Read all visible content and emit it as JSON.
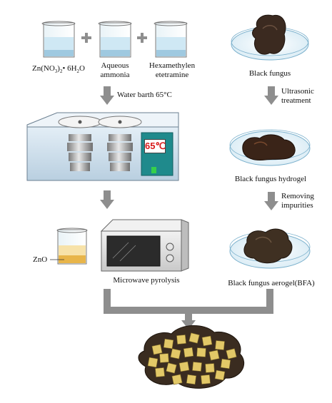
{
  "reagents": {
    "zinc_nitrate_main": "Zn(NO",
    "zinc_nitrate_sub3": "3",
    "zinc_nitrate_close": ")",
    "zinc_nitrate_sub2": "2",
    "zinc_nitrate_hydrate": "• 6H",
    "zinc_nitrate_subh": "2",
    "zinc_nitrate_o": "O",
    "ammonia_line1": "Aqueous",
    "ammonia_line2": "ammonia",
    "hmta_line1": "Hexamethylen",
    "hmta_line2": "etetramine",
    "plus": "+"
  },
  "steps": {
    "water_bath": "Water barth 65°C",
    "bath_display": "65℃",
    "microwave": "Microwave pyrolysis",
    "zno": "ZnO"
  },
  "fungus": {
    "raw": "Black fungus",
    "ultrasonic_line1": "Ultrasonic",
    "ultrasonic_line2": "treatment",
    "hydrogel": "Black fungus hydrogel",
    "removing_line1": "Removing",
    "removing_line2": "impurities",
    "aerogel": "Black fungus aerogel(BFA)"
  },
  "colors": {
    "arrow": "#8e8e8e",
    "bath_body": "#d3e3ef",
    "fungus": "#3b2a20",
    "zno_liquid": "#e8b54a",
    "cube": "#e2c867"
  }
}
